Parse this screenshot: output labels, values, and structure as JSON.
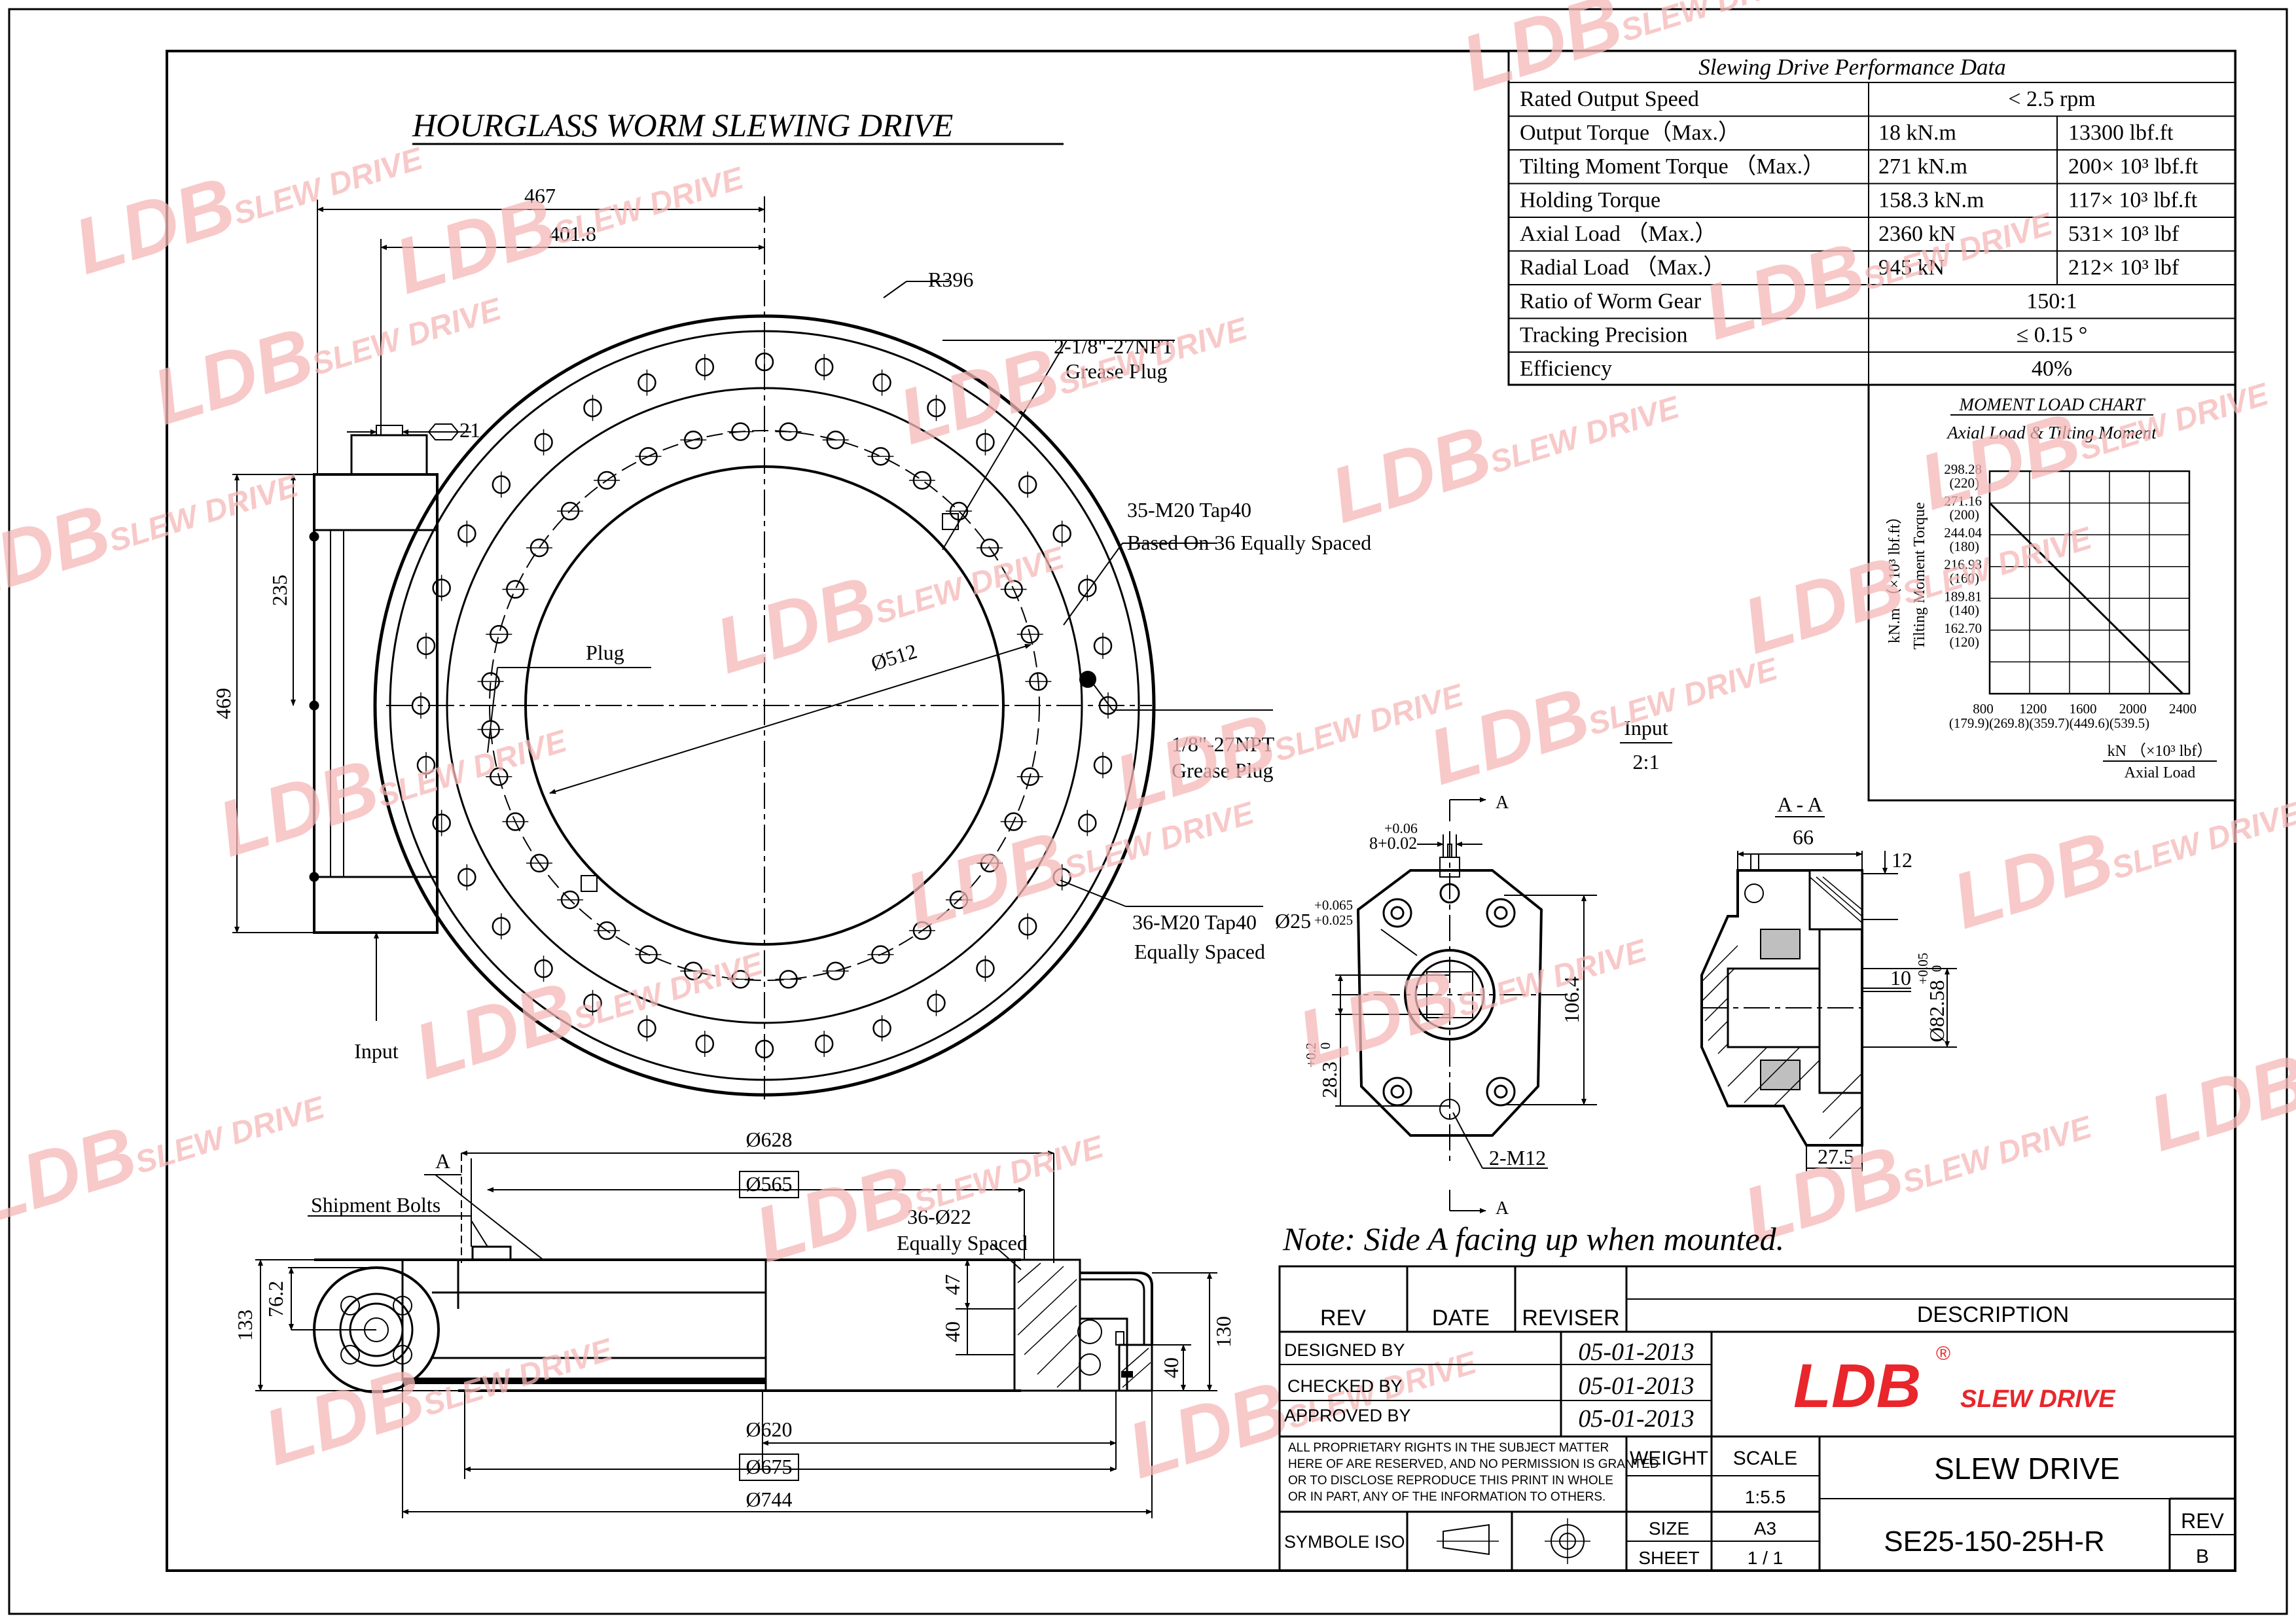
{
  "drawing_title": "HOURGLASS WORM SLEWING DRIVE",
  "watermark": {
    "logo": "LDB",
    "tagline": "SLEW DRIVE",
    "color": "#f6b8b8"
  },
  "performance": {
    "title": "Slewing Drive Performance Data",
    "rows": [
      {
        "label": "Rated Output Speed",
        "metric": "< 2.5 rpm",
        "imperial": ""
      },
      {
        "label": "Output Torque（Max.）",
        "metric": "18 kN.m",
        "imperial": "13300 lbf.ft"
      },
      {
        "label": "Tilting Moment Torque （Max.）",
        "metric": "271 kN.m",
        "imperial": "200× 10³ lbf.ft"
      },
      {
        "label": "Holding Torque",
        "metric": "158.3 kN.m",
        "imperial": "117× 10³ lbf.ft"
      },
      {
        "label": "Axial Load （Max.）",
        "metric": "2360 kN",
        "imperial": "531× 10³ lbf"
      },
      {
        "label": "Radial Load （Max.）",
        "metric": "945 kN",
        "imperial": "212× 10³ lbf"
      },
      {
        "label": "Ratio of Worm Gear",
        "metric": "150:1",
        "imperial": ""
      },
      {
        "label": "Tracking Precision",
        "metric": "≤ 0.15 °",
        "imperial": ""
      },
      {
        "label": "Efficiency",
        "metric": "40%",
        "imperial": ""
      }
    ]
  },
  "moment_chart": {
    "title": "MOMENT LOAD CHART",
    "subtitle": "Axial Load & Tilting Moment",
    "ylabel_1": "Tilting Moment Torque",
    "ylabel_2": "kN.m （×10³ lbf.ft）",
    "xlabel_1": "kN （×10³ lbf）",
    "xlabel_2": "Axial Load",
    "y_ticks": [
      {
        "value": "298.28",
        "alt": "(220)"
      },
      {
        "value": "271.16",
        "alt": "(200)"
      },
      {
        "value": "244.04",
        "alt": "(180)"
      },
      {
        "value": "216.93",
        "alt": "(160)"
      },
      {
        "value": "189.81",
        "alt": "(140)"
      },
      {
        "value": "162.70",
        "alt": "(120)"
      }
    ],
    "x_ticks": [
      "800",
      "1200",
      "1600",
      "2000",
      "2400"
    ],
    "x_ticks_alt": "(179.9)(269.8)(359.7)(449.6)(539.5)"
  },
  "top_view": {
    "dim_467": "467",
    "dim_401": "401.8",
    "dim_21": "21",
    "dim_235": "235",
    "dim_469": "469",
    "radius": "R396",
    "grease_plug_1a": "2-1/8\"-27NPT",
    "grease_plug_1b": "Grease Plug",
    "tap_1a": "35-M20 Tap40",
    "tap_1b": "Based On 36 Equally Spaced",
    "plug": "Plug",
    "dia_512": "Ø512",
    "grease_plug_2a": "1/8\"-27NPT",
    "grease_plug_2b": "Grease Plug",
    "tap_2a": "36-M20 Tap40",
    "tap_2b": "Equally Spaced",
    "input": "Input"
  },
  "input_view": {
    "input": "Input",
    "ratio": "2:1",
    "tol_1a": "+0.06",
    "tol_1b": "8+0.02",
    "dia_25": "Ø25",
    "tol_2a": "+0.065",
    "tol_2b": "+0.025",
    "section_a": "A",
    "dim_106": "106.4",
    "dim_28": "28.3",
    "tol_28a": "+0.2",
    "tol_28b": "0",
    "bolts": "2-M12"
  },
  "section_view": {
    "title": "A - A",
    "dim_66": "66",
    "dim_12": "12",
    "dim_10": "10",
    "dia_82": "Ø82.58",
    "tol_82a": "+0.05",
    "tol_82b": "0",
    "dim_27": "27.5"
  },
  "side_view": {
    "label_a": "A",
    "shipment_bolts": "Shipment Bolts",
    "dia_628": "Ø628",
    "dia_565": "Ø565",
    "holes": "36-Ø22",
    "holes_b": "Equally Spaced",
    "dim_133": "133",
    "dim_76": "76.2",
    "dim_47": "47",
    "dim_40a": "40",
    "dim_40b": "40",
    "dim_130": "130",
    "dia_620": "Ø620",
    "dia_675": "Ø675",
    "dia_744": "Ø744"
  },
  "note": "Note: Side A facing up when mounted.",
  "title_block": {
    "rev_header": "REV",
    "date_header": "DATE",
    "reviser_header": "REVISER",
    "description_header": "DESCRIPTION",
    "designed_by": "DESIGNED BY",
    "checked_by": "CHECKED BY",
    "approved_by": "APPROVED BY",
    "date_designed": "05-01-2013",
    "date_checked": "05-01-2013",
    "date_approved": "05-01-2013",
    "logo": "LDB",
    "logo_tagline": "SLEW DRIVE",
    "logo_color": "#e8262b",
    "proprietary_1": "ALL PROPRIETARY RIGHTS IN THE SUBJECT MATTER",
    "proprietary_2": "HERE OF ARE RESERVED, AND NO PERMISSION IS GRANTED",
    "proprietary_3": "OR TO DISCLOSE REPRODUCE THIS PRINT IN WHOLE",
    "proprietary_4": "OR IN PART, ANY OF THE INFORMATION TO OTHERS.",
    "weight_label": "WEIGHT",
    "scale_label": "SCALE",
    "scale_value": "1:5.5",
    "product": "SLEW DRIVE",
    "symbol_iso": "SYMBOLE ISO",
    "size_label": "SIZE",
    "size_value": "A3",
    "sheet_label": "SHEET",
    "sheet_value": "1 / 1",
    "part_number": "SE25-150-25H-R",
    "rev_label": "REV",
    "rev_value": "B"
  }
}
